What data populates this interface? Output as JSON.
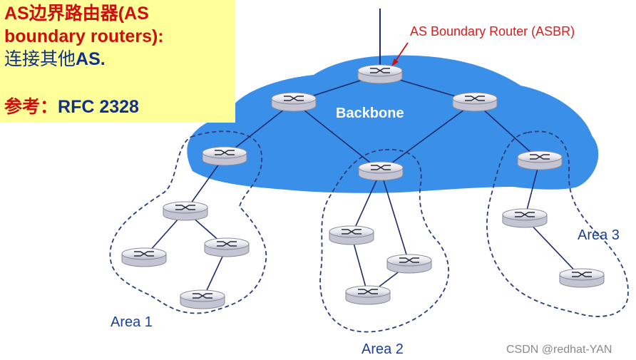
{
  "note": {
    "line1": "AS边界路由器(AS",
    "line2": "boundary routers):",
    "line3_a": "连接其他",
    "line3_b": "AS.",
    "line4_a": "参考：",
    "line4_b": "RFC 2328"
  },
  "labels": {
    "asbr": "AS Boundary Router (ASBR)",
    "backbone": "Backbone",
    "area1": "Area 1",
    "area2": "Area 2",
    "area3": "Area 3"
  },
  "watermark": "CSDN @redhat-YAN",
  "colors": {
    "note_background": "#ffff99",
    "title_red": "#cc1010",
    "text_blue": "#10308c",
    "backbone_fill": "#3a8fe8",
    "link": "#1c2b6b",
    "area_border": "#2a3f7a",
    "asbr_label": "#dd1c1c",
    "router_fill": "#e6e6ee"
  },
  "routers": [
    "asbr",
    "bb-left",
    "bb-right",
    "area1-border",
    "area2-border",
    "area3-border",
    "area1-r1",
    "area1-r2",
    "area1-r3",
    "area1-r4",
    "area2-r1",
    "area2-r2",
    "area2-r3",
    "area3-r1",
    "area3-r2"
  ]
}
